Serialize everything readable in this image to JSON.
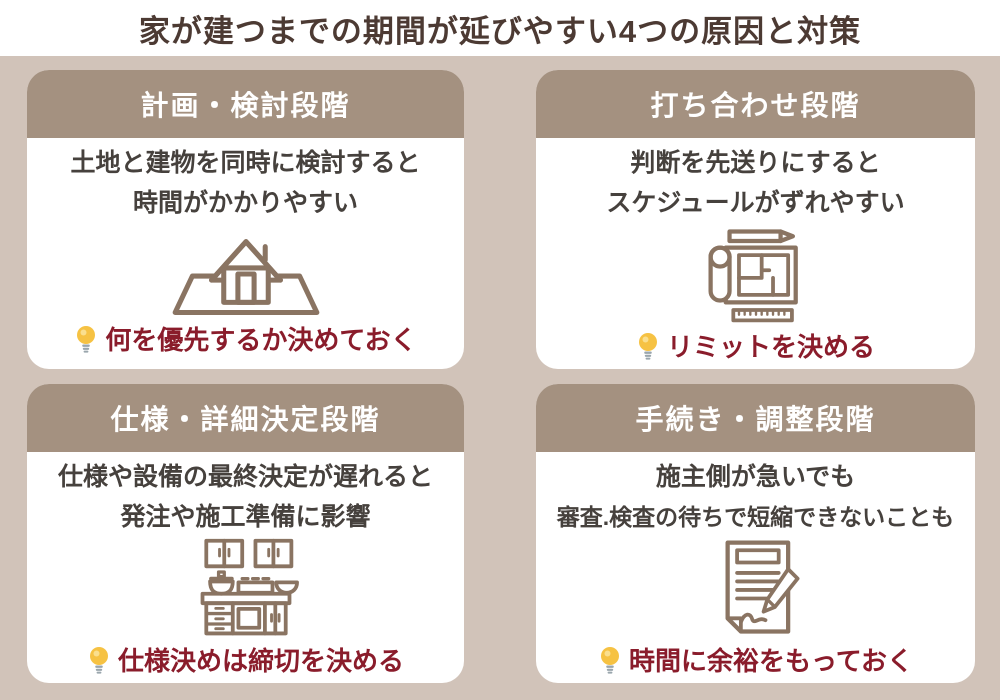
{
  "title": "家が建つまでの期間が延びやすい4つの原因と対策",
  "colors": {
    "background": "#d1c3b9",
    "card_header": "#a49180",
    "card_body": "#ffffff",
    "title_text": "#4c3a33",
    "body_text": "#46413d",
    "tip_text": "#8a1c2b",
    "icon_stroke": "#8a7462",
    "bulb_yellow": "#f6c243"
  },
  "cards": [
    {
      "header": "計画・検討段階",
      "line1": "土地と建物を同時に検討すると",
      "line2": "時間がかかりやすい",
      "icon": "house-on-land-icon",
      "tip": "何を優先するか決めておく"
    },
    {
      "header": "打ち合わせ段階",
      "line1": "判断を先送りにすると",
      "line2": "スケジュールがずれやすい",
      "icon": "blueprint-icon",
      "tip": "リミットを決める"
    },
    {
      "header": "仕様・詳細決定段階",
      "line1": "仕様や設備の最終決定が遅れると",
      "line2": "発注や施工準備に影響",
      "icon": "kitchen-icon",
      "tip": "仕様決めは締切を決める"
    },
    {
      "header": "手続き・調整段階",
      "line1": "施主側が急いでも",
      "line2": "審査.検査の待ちで短縮できないことも",
      "icon": "document-pen-icon",
      "tip": "時間に余裕をもっておく"
    }
  ]
}
